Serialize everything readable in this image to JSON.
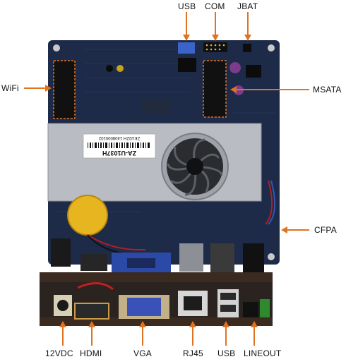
{
  "labels": {
    "usb_top": "USB",
    "com": "COM",
    "jbat": "JBAT",
    "wifi": "WiFi",
    "msata": "MSATA",
    "cfpa": "CFPA",
    "dc12v": "12VDC",
    "hdmi": "HDMI",
    "vga": "VGA",
    "rj45": "RJ45",
    "usb_bottom": "USB",
    "lineout": "LINEOUT"
  },
  "board_sticker": {
    "model": "ZA-U1037H",
    "serial": "ZKU2ZH 1408000102"
  },
  "colors": {
    "pcb": "#1d2a48",
    "heatsink": "#b9bcc2",
    "arrow": "#e0731f",
    "battery": "#e7b51f"
  }
}
